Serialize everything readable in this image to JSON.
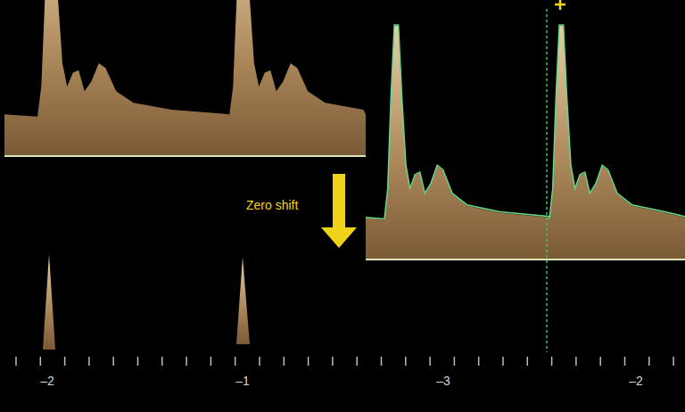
{
  "diagram": {
    "labels": [
      "Zero shift",
      "–2",
      "–1",
      "–3",
      "–2"
    ]
  }
}
